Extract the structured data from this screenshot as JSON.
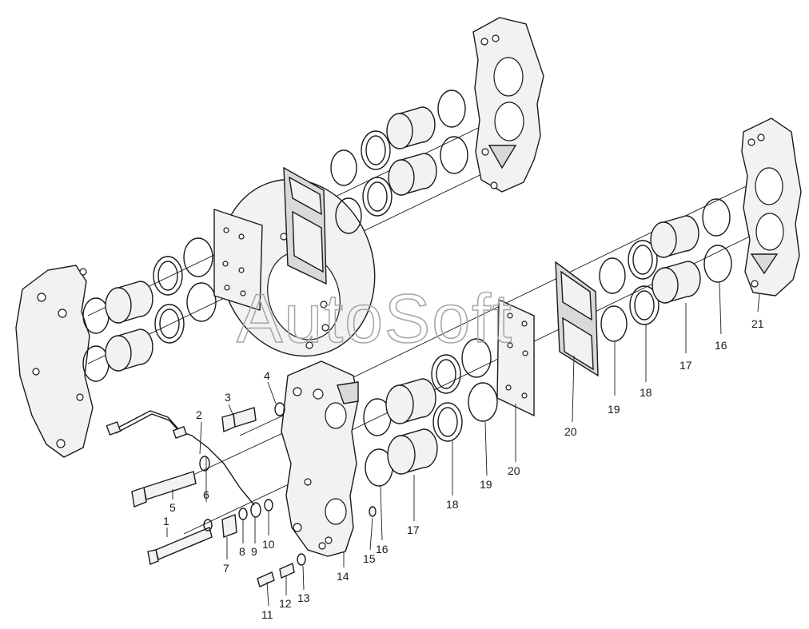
{
  "watermark": "AutoSoft",
  "callouts": {
    "c1": "1",
    "c2": "2",
    "c3": "3",
    "c4": "4",
    "c5": "5",
    "c6": "6",
    "c7": "7",
    "c8": "8",
    "c9": "9",
    "c10": "10",
    "c11": "11",
    "c12": "12",
    "c13": "13",
    "c14": "14",
    "c15": "15",
    "c16a": "16",
    "c16b": "16",
    "c17a": "17",
    "c17b": "17",
    "c18a": "18",
    "c18b": "18",
    "c19a": "19",
    "c19b": "19",
    "c20a": "20",
    "c20b": "20",
    "c21": "21"
  }
}
